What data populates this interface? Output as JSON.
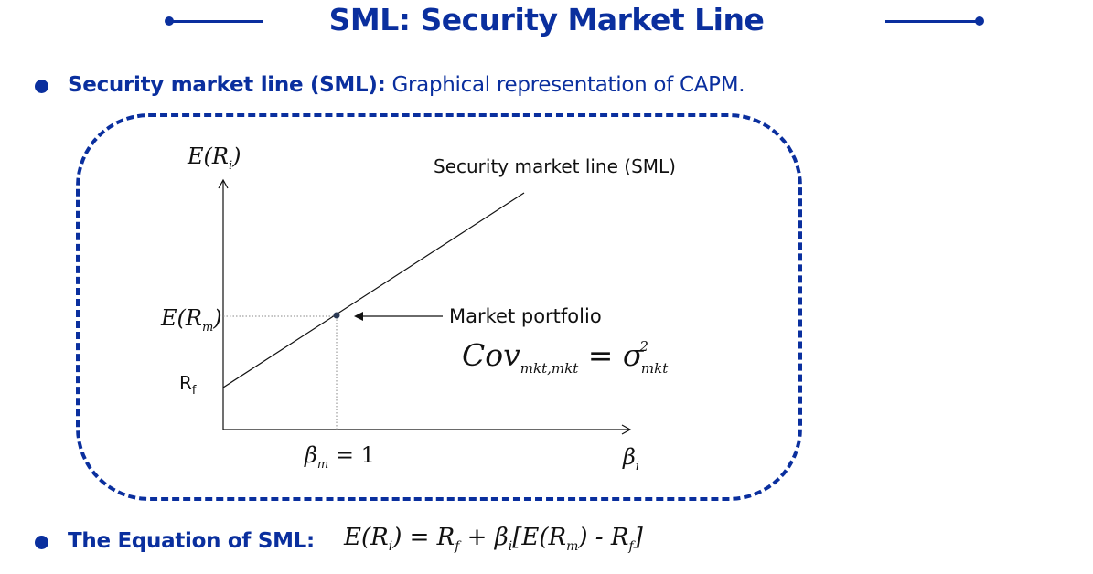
{
  "title": "SML: Security Market Line",
  "colors": {
    "accent": "#0a2f9e",
    "ink": "#111111",
    "guide": "#888888"
  },
  "bullet1": {
    "label": "Security market line (SML):",
    "text": "Graphical representation of CAPM."
  },
  "diagram": {
    "y_axis_label": {
      "main": "E(R",
      "sub": "i",
      "close": ")"
    },
    "x_axis_label": {
      "main": "β",
      "sub": "i"
    },
    "sml_label": "Security market line (SML)",
    "market_label": "Market portfolio",
    "erm_label": {
      "main": "E(R",
      "sub": "m",
      "close": ")"
    },
    "rf_label": {
      "main": "R",
      "sub": "f"
    },
    "beta_m_label": {
      "main": "β",
      "sub": "m",
      "rest": " = 1"
    },
    "cov_label": {
      "main": "Cov",
      "sub": "mkt,mkt",
      "eq": " = σ",
      "sup": "2",
      "sub2": "mkt"
    }
  },
  "bullet2": {
    "label": "The Equation of SML:",
    "equation": "E(R_i) = R_f + β_i[E(R_m) - R_f]"
  }
}
